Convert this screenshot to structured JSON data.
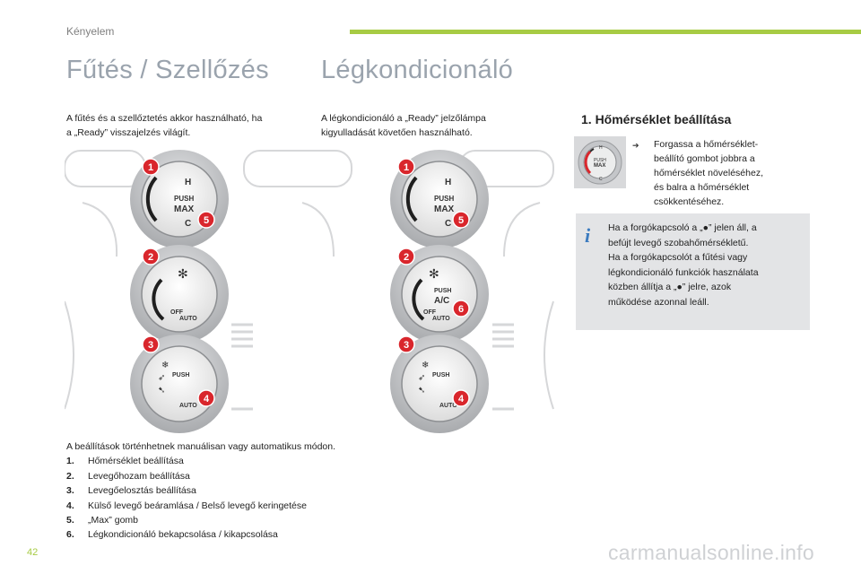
{
  "header": {
    "section": "Kényelem"
  },
  "titles": {
    "left": "Fűtés / Szellőzés",
    "right": "Légkondicionáló"
  },
  "intro": {
    "left_line1": "A fűtés és a szellőztetés akkor használható, ha",
    "left_line2": "a „Ready” visszajelzés világít.",
    "right_line1": "A légkondicionáló a „Ready” jelzőlámpa",
    "right_line2": "kigyulladását követően használható."
  },
  "section1": {
    "heading": "1. Hőmérséklet beállítása",
    "bullet_symbol": "➔",
    "bullet_lines": [
      "Forgassa a hőmérséklet-",
      "beállító gombot jobbra a",
      "hőmérséklet növeléséhez,",
      "és balra a hőmérséklet",
      "csökkentéséhez."
    ]
  },
  "info": {
    "icon": "i",
    "lines": [
      "Ha a forgókapcsoló a „●” jelen áll, a",
      "befújt levegő szobahőmérsékletű.",
      "Ha a forgókapcsolót a fűtési vagy",
      "légkondicionáló funkciók használata",
      "közben állítja a „●” jelre, azok",
      "működése azonnal leáll."
    ]
  },
  "panel": {
    "markers_left": [
      "1",
      "5",
      "2",
      "3",
      "4"
    ],
    "markers_right": [
      "1",
      "5",
      "2",
      "6",
      "3",
      "4"
    ],
    "labels": {
      "h": "H",
      "c": "C",
      "push": "PUSH",
      "max": "MAX",
      "ac": "A/C",
      "off": "OFF",
      "auto": "AUTO"
    }
  },
  "legend": {
    "intro": "A beállítások történhetnek manuálisan vagy automatikus módon.",
    "items": [
      {
        "num": "1.",
        "text": "Hőmérséklet beállítása"
      },
      {
        "num": "2.",
        "text": "Levegőhozam beállítása"
      },
      {
        "num": "3.",
        "text": "Levegőelosztás beállítása"
      },
      {
        "num": "4.",
        "text": "Külső levegő beáramlása / Belső levegő keringetése"
      },
      {
        "num": "5.",
        "text": "„Max” gomb"
      },
      {
        "num": "6.",
        "text": "Légkondicionáló bekapcsolása / kikapcsolása"
      }
    ]
  },
  "footer": {
    "page": "42",
    "watermark": "carmanualsonline.info"
  },
  "colors": {
    "accent_green": "#a7cb44",
    "marker_red": "#d9262c",
    "info_blue": "#3b7bbf"
  }
}
